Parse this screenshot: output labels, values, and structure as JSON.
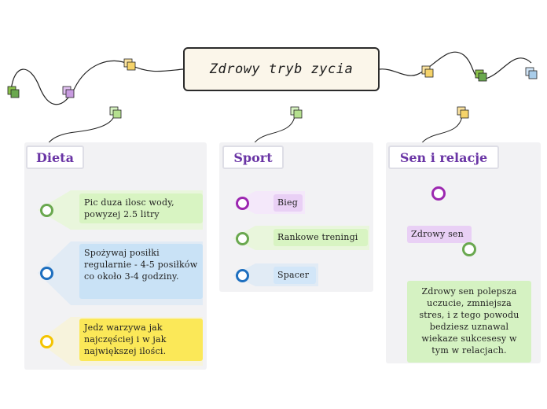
{
  "title": "Zdrowy tryb zycia",
  "branches": [
    {
      "header": "Dieta",
      "items": [
        {
          "text": "Pic duza ilosc wody, powyzej 2.5 litry",
          "color": "#8bc34a"
        },
        {
          "text": "Spożywaj posiłki regularnie - 4-5 posiłków co około 3-4 godziny.",
          "color": "#2196f3"
        },
        {
          "text": "Jedz warzywa jak najczęściej i w jak największej ilości.",
          "color": "#f4d000"
        }
      ]
    },
    {
      "header": "Sport",
      "items": [
        {
          "text": "Bieg",
          "color": "#9c27b0"
        },
        {
          "text": "Rankowe treningi",
          "color": "#6aa84f"
        },
        {
          "text": "Spacer",
          "color": "#1e6fbf"
        }
      ]
    },
    {
      "header": "Sen i relacje",
      "node_label": "Zdrowy sen",
      "summary": "Zdrowy sen polepsza uczucie, zmniejsza stres, i z tego powodu bedziesz uznawal wiekaze sukcesesy w tym w relacjach."
    }
  ],
  "colors": {
    "accent": "#6a35a5",
    "title_bg": "#fbf6ea",
    "panel_bg": "#f2f2f4"
  }
}
